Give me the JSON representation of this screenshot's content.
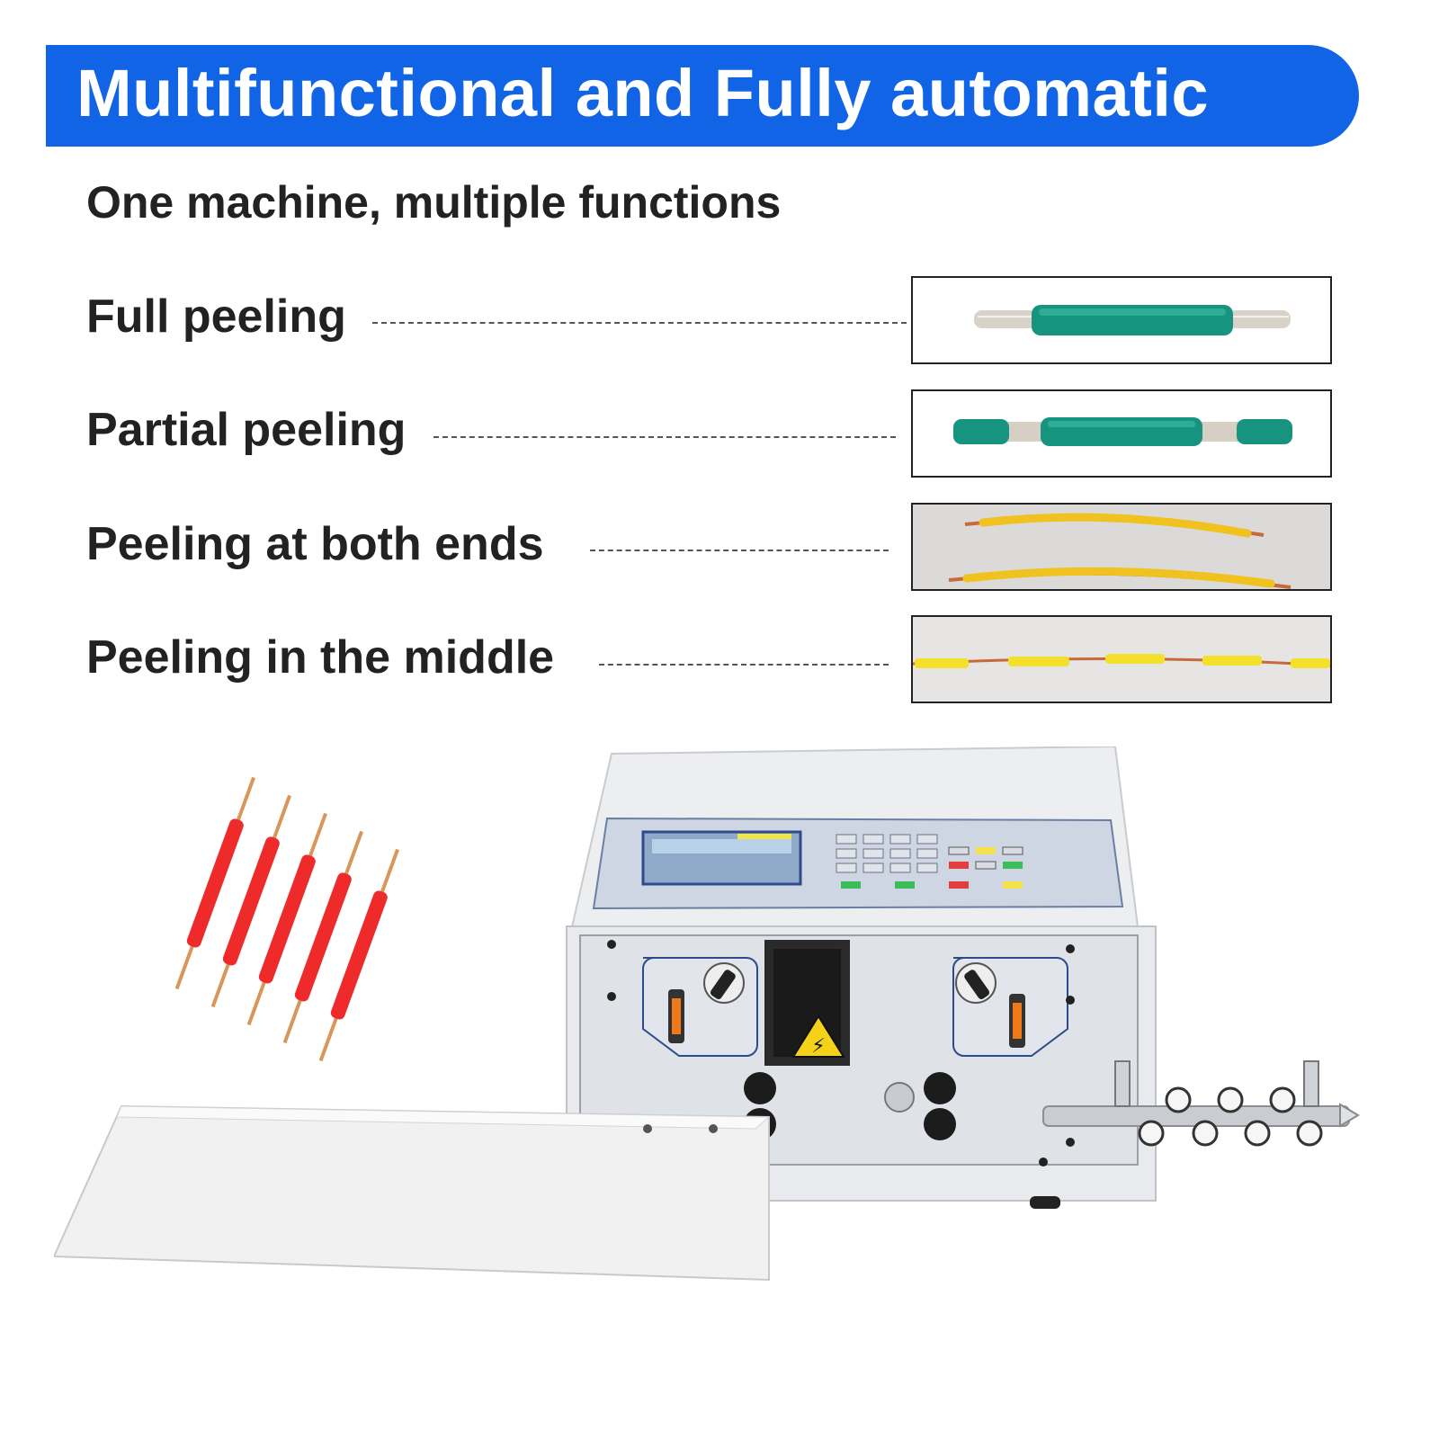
{
  "banner": {
    "title": "Multifunctional and Fully automatic",
    "color": "#1264e6"
  },
  "subtitle": "One machine, multiple functions",
  "functions": [
    {
      "label": "Full peeling",
      "image": "full-peeling-wire-image"
    },
    {
      "label": "Partial peeling",
      "image": "partial-peeling-wire-image"
    },
    {
      "label": "Peeling at both ends",
      "image": "both-ends-peeling-wire-image"
    },
    {
      "label": "Peeling in the middle",
      "image": "middle-peeling-wire-image"
    }
  ],
  "product": {
    "image": "wire-stripping-machine-image",
    "wire_color": "#ee2a2a"
  }
}
